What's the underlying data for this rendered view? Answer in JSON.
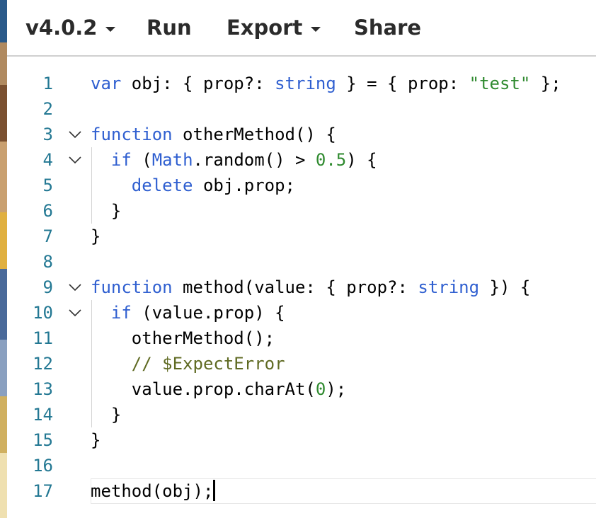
{
  "toolbar": {
    "version": "v4.0.2",
    "run": "Run",
    "export": "Export",
    "share": "Share"
  },
  "editor": {
    "lines": [
      {
        "n": "1",
        "fold": false,
        "guide": false,
        "tokens": [
          [
            "kw",
            "var"
          ],
          [
            "pl",
            " obj: { prop?: "
          ],
          [
            "type",
            "string"
          ],
          [
            "pl",
            " } = { prop: "
          ],
          [
            "str",
            "\"test\""
          ],
          [
            "pl",
            " };"
          ]
        ]
      },
      {
        "n": "2",
        "fold": false,
        "guide": false,
        "tokens": []
      },
      {
        "n": "3",
        "fold": true,
        "guide": false,
        "tokens": [
          [
            "kw",
            "function"
          ],
          [
            "pl",
            " otherMethod() {"
          ]
        ]
      },
      {
        "n": "4",
        "fold": true,
        "guide": true,
        "tokens": [
          [
            "pl",
            "  "
          ],
          [
            "kw",
            "if"
          ],
          [
            "pl",
            " ("
          ],
          [
            "type",
            "Math"
          ],
          [
            "pl",
            ".random() > "
          ],
          [
            "num",
            "0.5"
          ],
          [
            "pl",
            ") {"
          ]
        ]
      },
      {
        "n": "5",
        "fold": false,
        "guide": true,
        "tokens": [
          [
            "pl",
            "    "
          ],
          [
            "kw",
            "delete"
          ],
          [
            "pl",
            " obj.prop;"
          ]
        ]
      },
      {
        "n": "6",
        "fold": false,
        "guide": true,
        "tokens": [
          [
            "pl",
            "  }"
          ]
        ]
      },
      {
        "n": "7",
        "fold": false,
        "guide": false,
        "tokens": [
          [
            "pl",
            "}"
          ]
        ]
      },
      {
        "n": "8",
        "fold": false,
        "guide": false,
        "tokens": []
      },
      {
        "n": "9",
        "fold": true,
        "guide": false,
        "tokens": [
          [
            "kw",
            "function"
          ],
          [
            "pl",
            " method(value: { prop?: "
          ],
          [
            "type",
            "string"
          ],
          [
            "pl",
            " }) {"
          ]
        ]
      },
      {
        "n": "10",
        "fold": true,
        "guide": true,
        "tokens": [
          [
            "pl",
            "  "
          ],
          [
            "kw",
            "if"
          ],
          [
            "pl",
            " (value.prop) {"
          ]
        ]
      },
      {
        "n": "11",
        "fold": false,
        "guide": true,
        "tokens": [
          [
            "pl",
            "    otherMethod();"
          ]
        ]
      },
      {
        "n": "12",
        "fold": false,
        "guide": true,
        "tokens": [
          [
            "pl",
            "    "
          ],
          [
            "cm",
            "// $ExpectError"
          ]
        ]
      },
      {
        "n": "13",
        "fold": false,
        "guide": true,
        "tokens": [
          [
            "pl",
            "    value.prop.charAt("
          ],
          [
            "num",
            "0"
          ],
          [
            "pl",
            ");"
          ]
        ]
      },
      {
        "n": "14",
        "fold": false,
        "guide": true,
        "tokens": [
          [
            "pl",
            "  }"
          ]
        ]
      },
      {
        "n": "15",
        "fold": false,
        "guide": false,
        "tokens": [
          [
            "pl",
            "}"
          ]
        ]
      },
      {
        "n": "16",
        "fold": false,
        "guide": false,
        "tokens": []
      },
      {
        "n": "17",
        "fold": false,
        "guide": false,
        "current": true,
        "tokens": [
          [
            "pl",
            "method(obj);"
          ]
        ]
      }
    ]
  }
}
